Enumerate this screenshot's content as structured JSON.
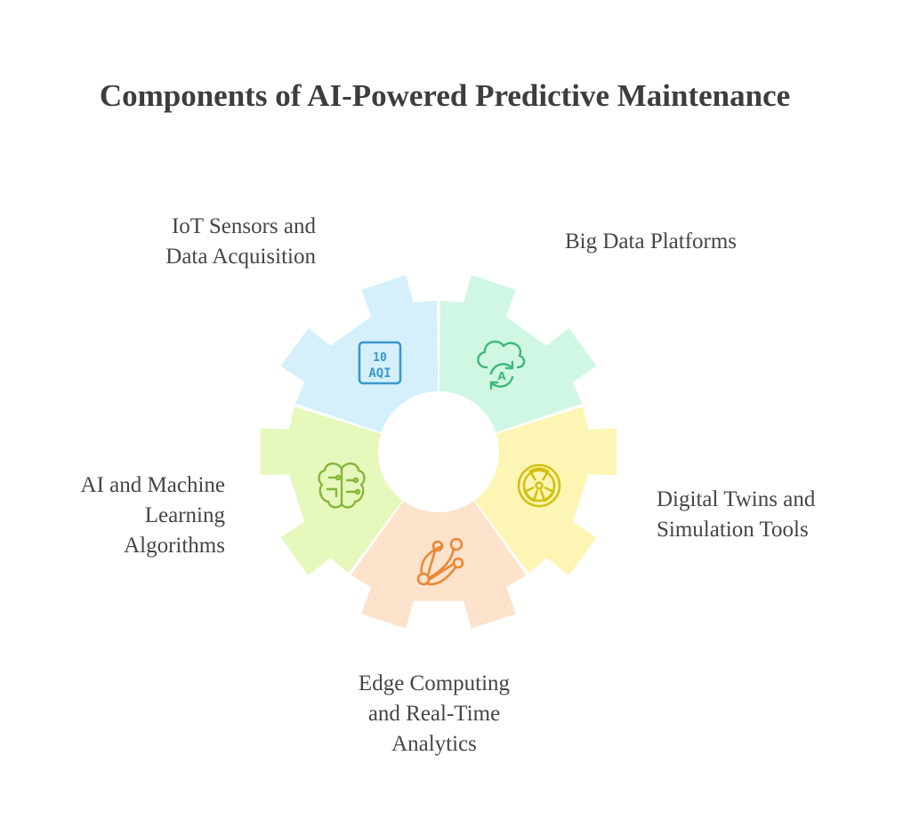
{
  "title": "Components of AI-Powered Predictive Maintenance",
  "segments": [
    {
      "id": "iot",
      "label_lines": [
        "IoT Sensors and",
        "Data Acquisition"
      ],
      "icon": "aqi-display-icon",
      "icon_text": [
        "10",
        "AQI"
      ],
      "color": "#d5f0fb",
      "icon_color": "#3a97cd"
    },
    {
      "id": "bigdata",
      "label_lines": [
        "Big Data Platforms"
      ],
      "icon": "cloud-sync-icon",
      "icon_text": [
        "A"
      ],
      "color": "#cff7e4",
      "icon_color": "#3db878"
    },
    {
      "id": "twins",
      "label_lines": [
        "Digital Twins and",
        "Simulation Tools"
      ],
      "icon": "radiation-symbol-icon",
      "icon_text": [],
      "color": "#fdf5b3",
      "icon_color": "#d2c114"
    },
    {
      "id": "edge",
      "label_lines": [
        "Edge Computing",
        "and Real-Time",
        "Analytics"
      ],
      "icon": "network-nodes-icon",
      "icon_text": [],
      "color": "#fde2cc",
      "icon_color": "#e98835"
    },
    {
      "id": "ai",
      "label_lines": [
        "AI and Machine",
        "Learning",
        "Algorithms"
      ],
      "icon": "brain-circuit-icon",
      "icon_text": [],
      "color": "#e6f8bb",
      "icon_color": "#85b53a"
    }
  ]
}
